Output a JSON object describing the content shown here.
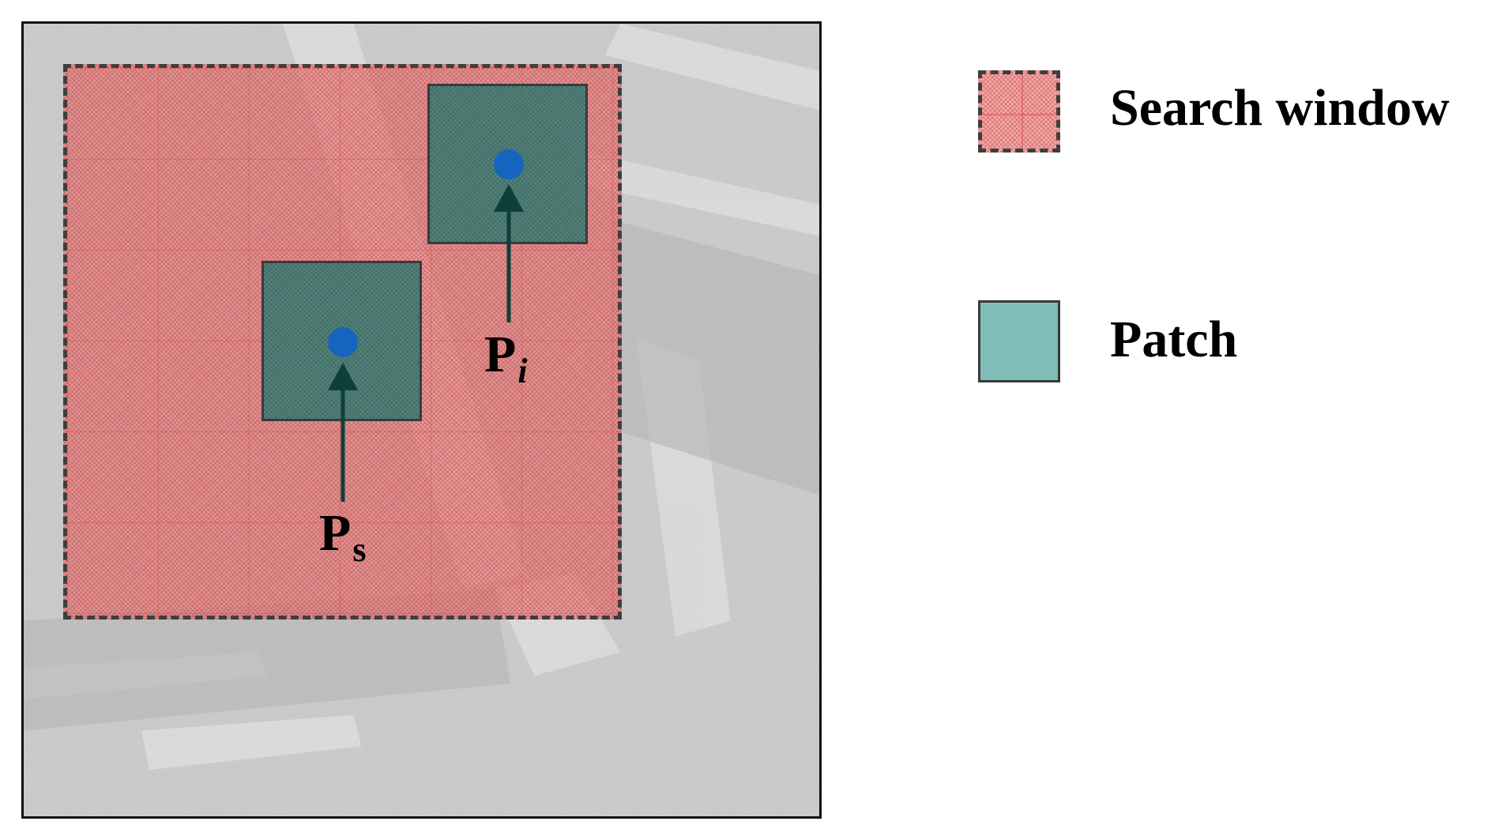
{
  "diagram": {
    "patch_s_label": {
      "main": "P",
      "sub": "s"
    },
    "patch_i_label": {
      "main": "P",
      "sub": "i"
    }
  },
  "legend": {
    "items": [
      {
        "label": "Search window",
        "icon": "hatched-pink-dashed-square"
      },
      {
        "label": "Patch",
        "icon": "teal-square"
      }
    ]
  },
  "colors": {
    "search_window": "#e87878",
    "patch": "#3c7870",
    "patch_legend": "#7ebdb8",
    "center_dot": "#1565c0",
    "arrow": "#0f3f3a"
  }
}
